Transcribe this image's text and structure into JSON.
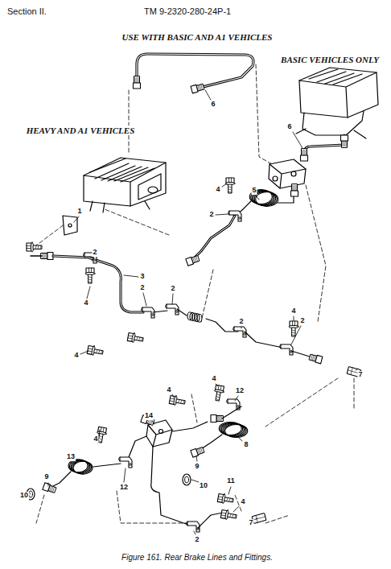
{
  "diagram": {
    "title": "USE WITH BASIC AND A1 VEHICLES",
    "caption": "Figure 161. Rear Brake Lines and Fittings.",
    "labels": [
      "Section II.",
      "TM 9-2320-280-24P-1",
      "BASIC VEHICLES ONLY",
      "HEAVY AND A1 VEHICLES",
      "6",
      "6",
      "1",
      "2",
      "3",
      "4",
      "4",
      "5",
      "2",
      "2",
      "2",
      "2",
      "2",
      "4",
      "4",
      "7",
      "4",
      "4",
      "12",
      "14",
      "4",
      "8",
      "9",
      "10",
      "13",
      "12",
      "10",
      "9",
      "11",
      "7",
      "4",
      "2"
    ]
  }
}
